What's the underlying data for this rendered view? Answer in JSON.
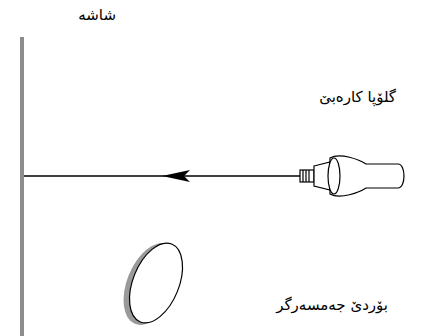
{
  "diagram": {
    "labels": [
      "شاشه",
      "گلۆپا کارەبێ",
      "بۆردێ جەمسەرگر"
    ]
  }
}
